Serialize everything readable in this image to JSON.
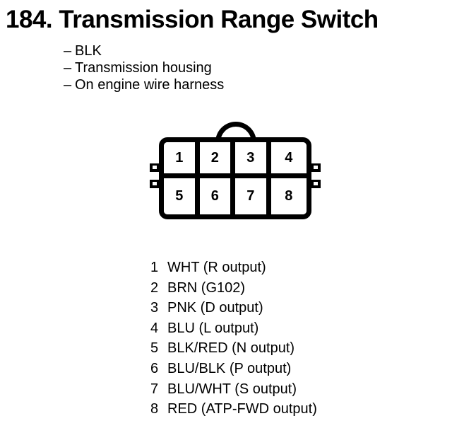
{
  "header": {
    "title": "184. Transmission Range Switch"
  },
  "attributes": [
    {
      "dash": "–",
      "text": "BLK"
    },
    {
      "dash": "–",
      "text": "Transmission housing"
    },
    {
      "dash": "–",
      "text": "On engine wire harness"
    }
  ],
  "connector": {
    "pins": [
      {
        "number": "1"
      },
      {
        "number": "2"
      },
      {
        "number": "3"
      },
      {
        "number": "4"
      },
      {
        "number": "5"
      },
      {
        "number": "6"
      },
      {
        "number": "7"
      },
      {
        "number": "8"
      }
    ]
  },
  "legend": [
    {
      "number": "1",
      "text": "WHT (R output)"
    },
    {
      "number": "2",
      "text": "BRN (G102)"
    },
    {
      "number": "3",
      "text": "PNK (D output)"
    },
    {
      "number": "4",
      "text": "BLU (L output)"
    },
    {
      "number": "5",
      "text": "BLK/RED (N output)"
    },
    {
      "number": "6",
      "text": "BLU/BLK (P output)"
    },
    {
      "number": "7",
      "text": "BLU/WHT (S output)"
    },
    {
      "number": "8",
      "text": "RED (ATP-FWD output)"
    }
  ],
  "colors": {
    "ink": "#000000",
    "paper": "#ffffff"
  }
}
